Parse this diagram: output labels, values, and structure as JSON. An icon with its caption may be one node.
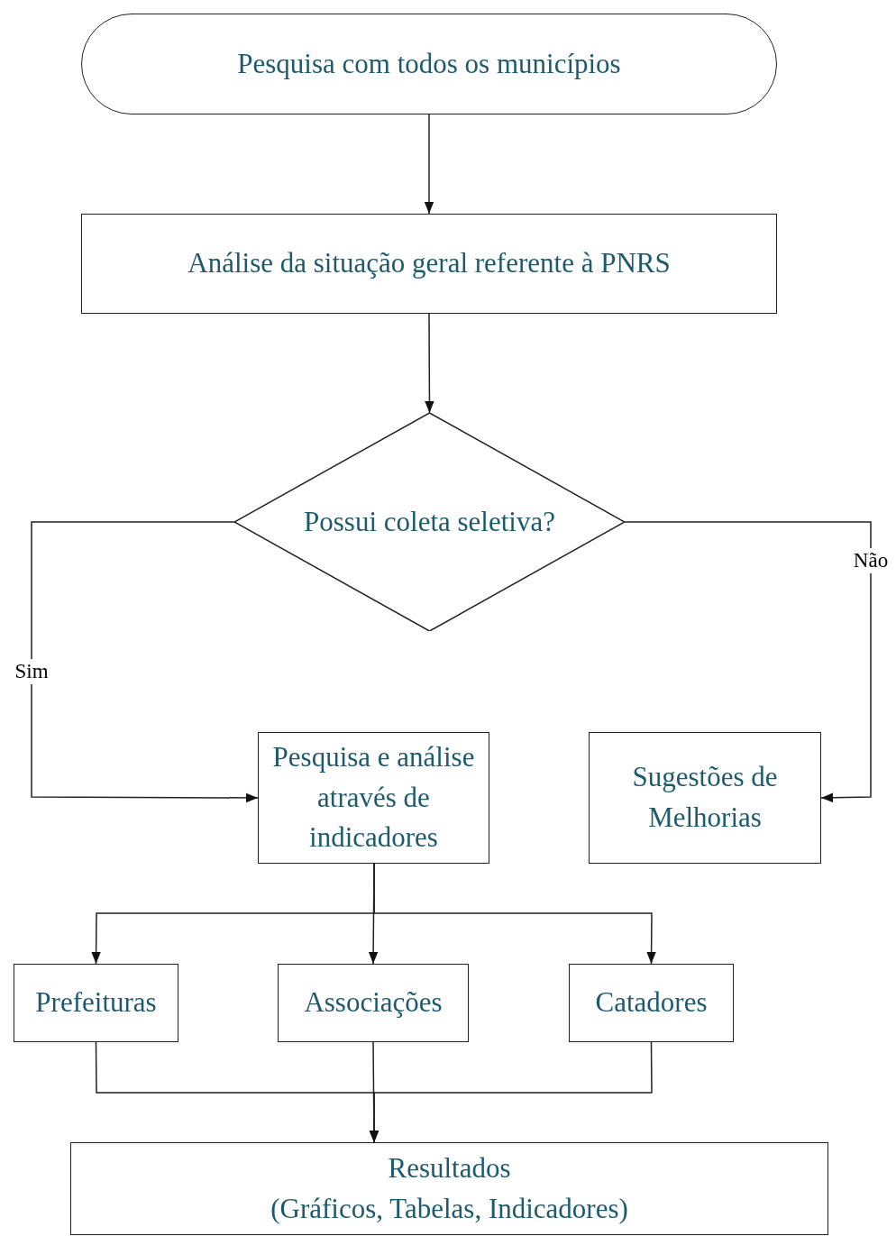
{
  "diagram": {
    "nodes": [
      {
        "text": [
          "Pesquisa com todos os municípios"
        ]
      },
      {
        "text": [
          "Análise da situação geral referente à PNRS"
        ]
      },
      {
        "text": [
          "Possui coleta seletiva?"
        ]
      },
      {
        "text": [
          "Pesquisa e análise através de indicadores"
        ]
      },
      {
        "text": [
          "Sugestões de Melhorias"
        ]
      },
      {
        "text": [
          "Prefeituras"
        ]
      },
      {
        "text": [
          "Associações"
        ]
      },
      {
        "text": [
          "Catadores"
        ]
      },
      {
        "text": [
          "Resultados",
          "(Gráficos, Tabelas, Indicadores)"
        ]
      }
    ],
    "edges": [
      {
        "from": 0,
        "to": 1,
        "arrow": "to"
      },
      {
        "from": 1,
        "to": 2,
        "arrow": "to"
      },
      {
        "from": 2,
        "to": 3,
        "arrow": "to",
        "label": "Sim"
      },
      {
        "from": 2,
        "to": 4,
        "arrow": "to",
        "label": "Não"
      },
      {
        "from": 3,
        "to": 5,
        "arrow": "to"
      },
      {
        "from": 3,
        "to": 6,
        "arrow": "to"
      },
      {
        "from": 3,
        "to": 7,
        "arrow": "to"
      },
      {
        "from": 5,
        "to": 8,
        "arrow": "to"
      },
      {
        "from": 6,
        "to": 8,
        "arrow": "to"
      },
      {
        "from": 7,
        "to": 8,
        "arrow": "to"
      }
    ]
  }
}
